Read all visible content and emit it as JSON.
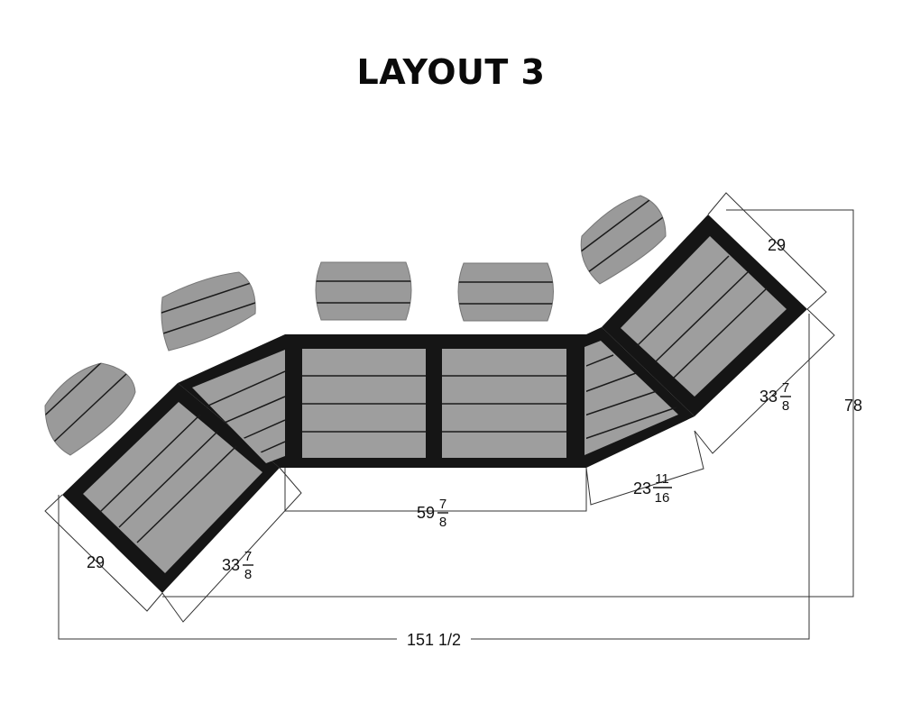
{
  "title": "LAYOUT 3",
  "dimensions": {
    "left_depth": "29",
    "left_side": {
      "whole": "33",
      "num": "7",
      "den": "8"
    },
    "center_width": {
      "whole": "59",
      "num": "7",
      "den": "8"
    },
    "right_corner": {
      "whole": "23",
      "num": "11",
      "den": "16"
    },
    "right_side": {
      "whole": "33",
      "num": "7",
      "den": "8"
    },
    "right_depth": "29",
    "overall_height": "78",
    "overall_width": "151 1/2"
  },
  "colors": {
    "frame": "#151515",
    "slat": "#9e9e9e",
    "chair": "#9a9a9a",
    "dimension_line": "#333333"
  }
}
